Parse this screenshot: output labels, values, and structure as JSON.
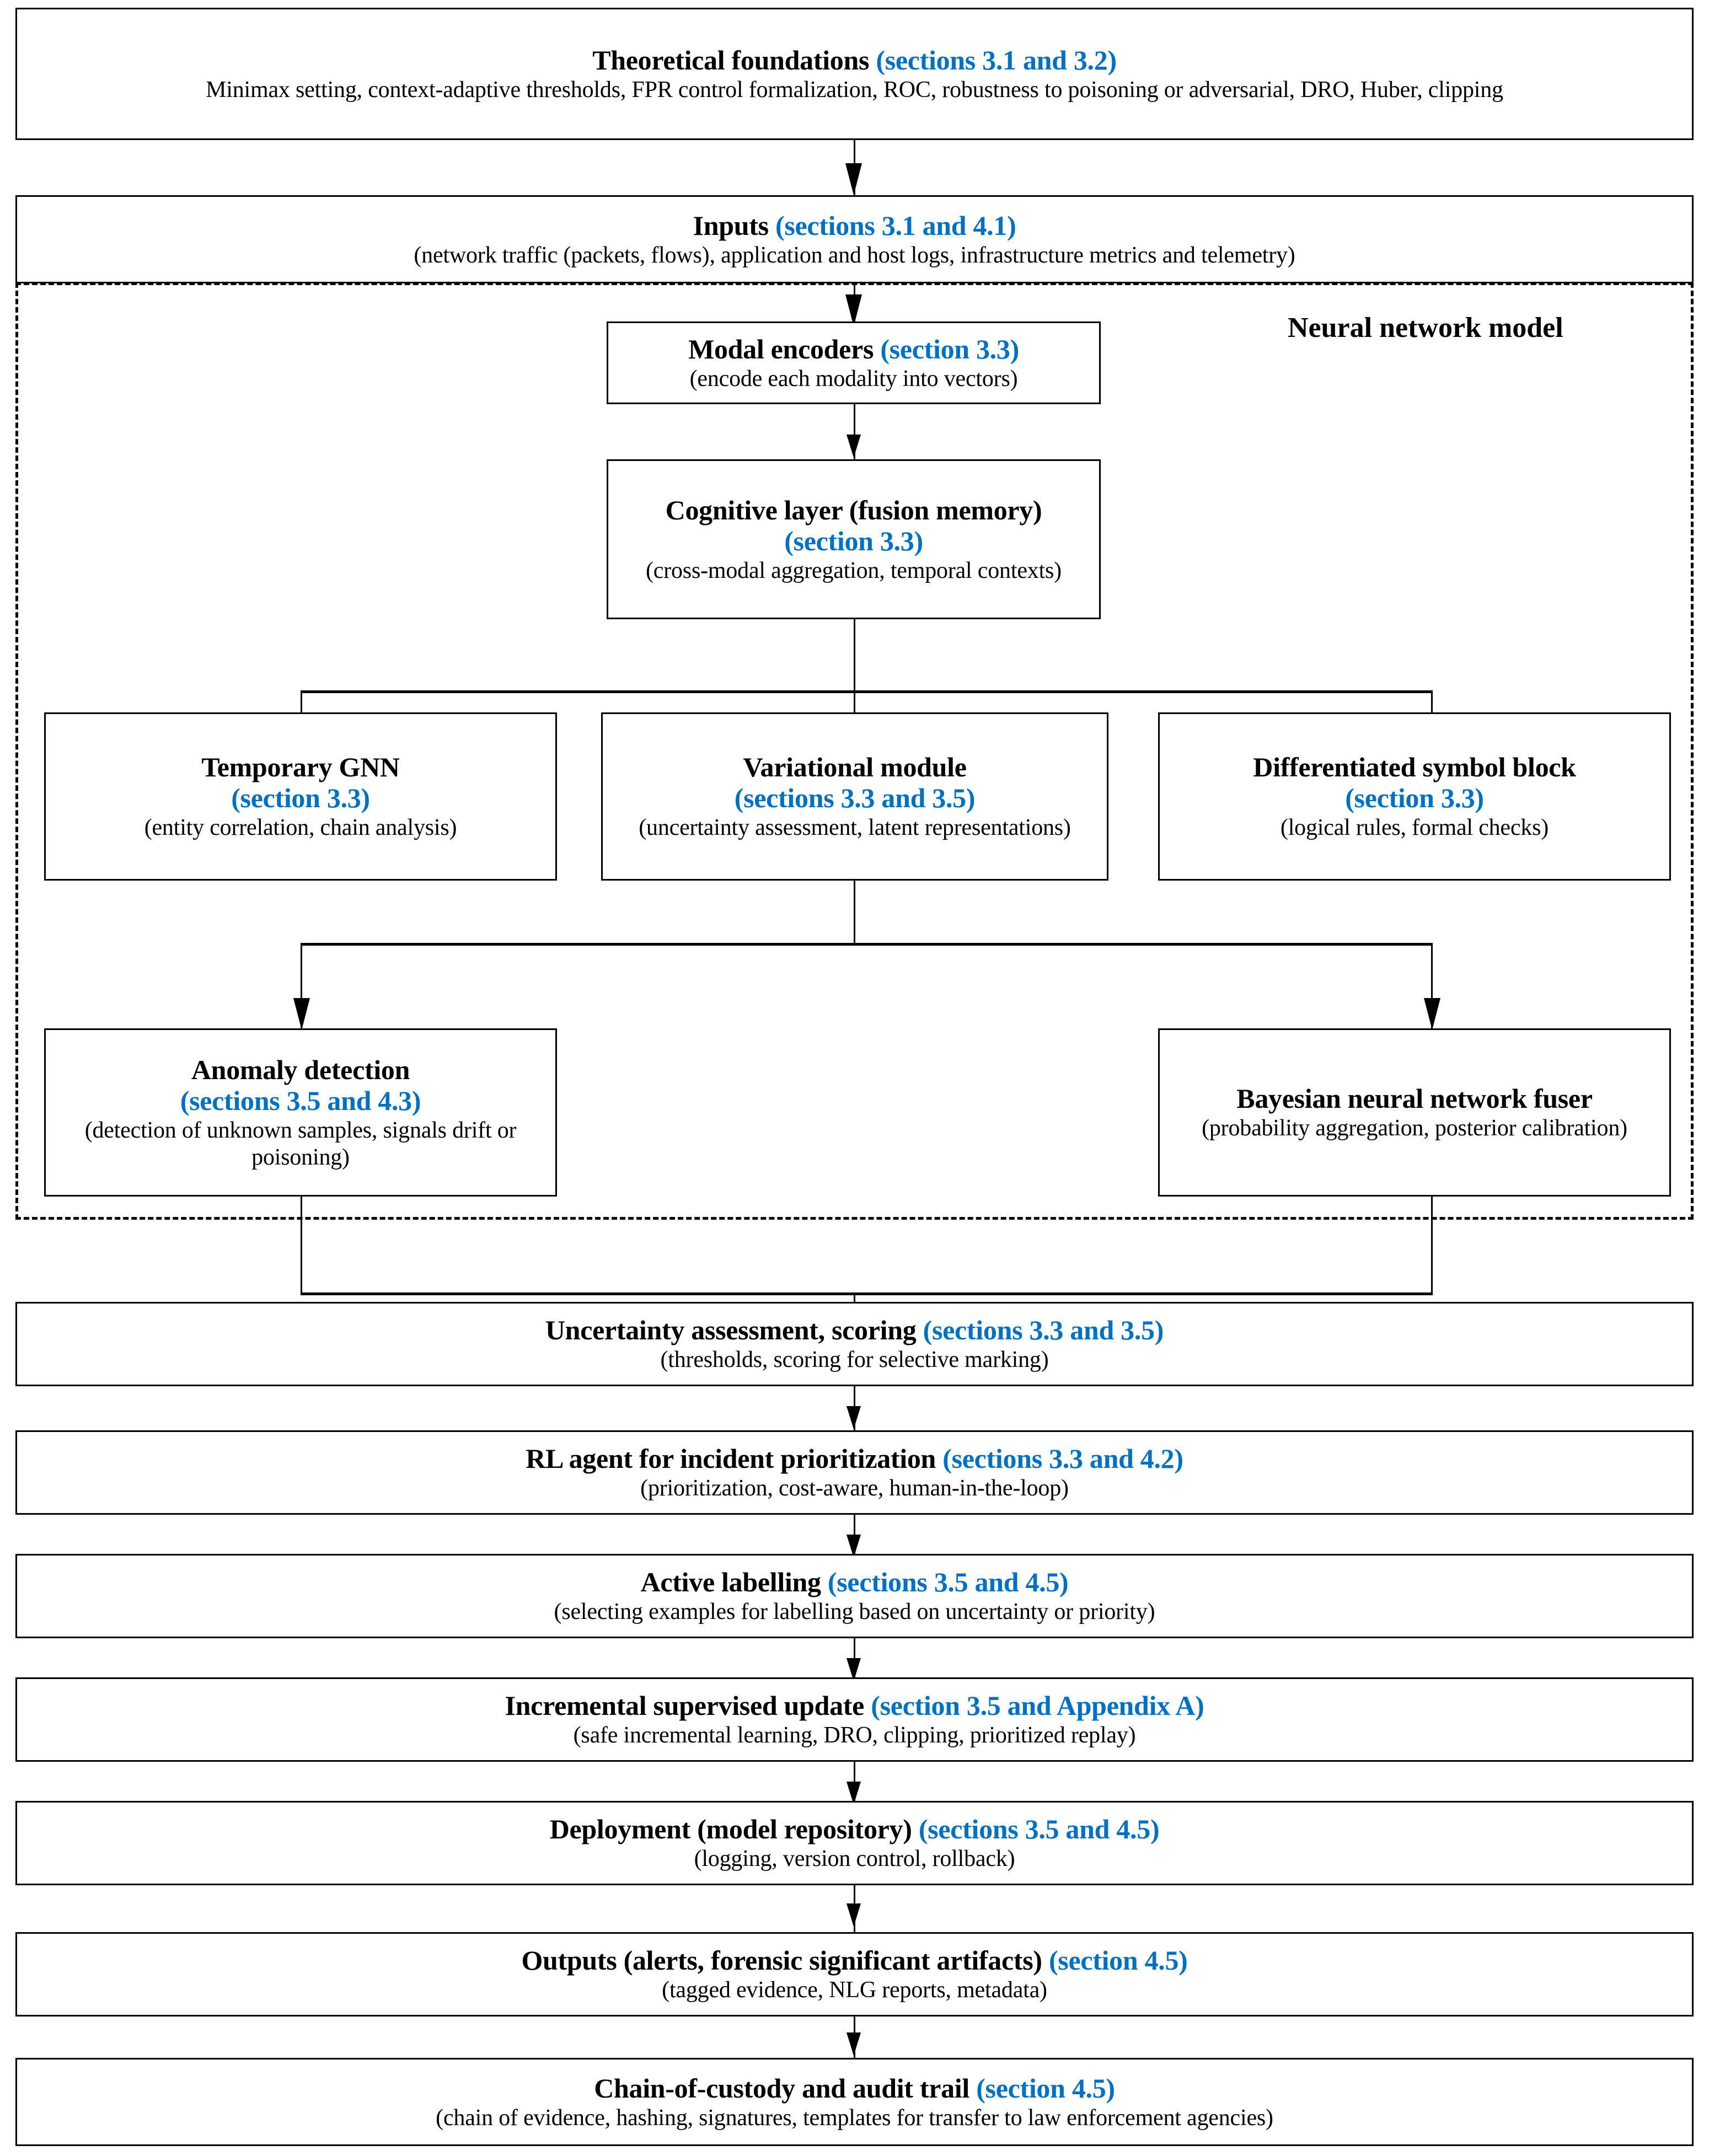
{
  "diagram": {
    "accent_color": "#0070C0",
    "line_color": "#000000",
    "background": "#ffffff",
    "container": {
      "label": "Neural network model",
      "style": "dashed"
    },
    "nodes": [
      {
        "id": "theoretical-foundations",
        "title": "Theoretical foundations",
        "section": "(sections 3.1 and 3.2)",
        "subtitle": "Minimax setting, context-adaptive thresholds, FPR control formalization, ROC, robustness to poisoning or adversarial, DRO, Huber, clipping"
      },
      {
        "id": "inputs",
        "title": "Inputs",
        "section": "(sections 3.1 and 4.1)",
        "subtitle": "(network traffic (packets, flows), application and host logs, infrastructure metrics and telemetry)"
      },
      {
        "id": "modal-encoders",
        "title": "Modal encoders",
        "section": "(section 3.3)",
        "subtitle": "(encode each modality into vectors)"
      },
      {
        "id": "cognitive-layer",
        "title": "Cognitive layer (fusion memory)",
        "section": "(section 3.3)",
        "subtitle": "(cross-modal aggregation, temporal contexts)"
      },
      {
        "id": "temporary-gnn",
        "title": "Temporary GNN",
        "section": "(section 3.3)",
        "subtitle": "(entity correlation, chain analysis)"
      },
      {
        "id": "variational-module",
        "title": "Variational module",
        "section": "(sections 3.3 and 3.5)",
        "subtitle": "(uncertainty assessment, latent representations)"
      },
      {
        "id": "differentiated-symbol-block",
        "title": "Differentiated symbol block",
        "section": "(section 3.3)",
        "subtitle": "(logical rules, formal checks)"
      },
      {
        "id": "anomaly-detection",
        "title": "Anomaly detection",
        "section": "(sections 3.5 and 4.3)",
        "subtitle": "(detection of unknown samples, signals drift or poisoning)"
      },
      {
        "id": "bayesian-fuser",
        "title": "Bayesian neural network fuser",
        "section": "",
        "subtitle": "(probability aggregation, posterior calibration)"
      },
      {
        "id": "uncertainty-assessment",
        "title": "Uncertainty assessment, scoring",
        "section": "(sections 3.3 and 3.5)",
        "subtitle": "(thresholds, scoring for selective marking)"
      },
      {
        "id": "rl-agent",
        "title": "RL agent for incident prioritization",
        "section": "(sections 3.3 and 4.2)",
        "subtitle": "(prioritization, cost-aware, human-in-the-loop)"
      },
      {
        "id": "active-labelling",
        "title": "Active labelling",
        "section": "(sections 3.5 and 4.5)",
        "subtitle": "(selecting examples for labelling based on uncertainty or priority)"
      },
      {
        "id": "incremental-update",
        "title": "Incremental supervised update",
        "section": "(section 3.5 and Appendix A)",
        "subtitle": "(safe incremental learning, DRO, clipping, prioritized replay)"
      },
      {
        "id": "deployment",
        "title": "Deployment (model repository)",
        "section": "(sections 3.5 and 4.5)",
        "subtitle": "(logging, version control, rollback)"
      },
      {
        "id": "outputs",
        "title": "Outputs (alerts, forensic significant artifacts)",
        "section": "(section 4.5)",
        "subtitle": "(tagged evidence, NLG reports, metadata)"
      },
      {
        "id": "chain-of-custody",
        "title": "Chain-of-custody and audit trail",
        "section": "(section 4.5)",
        "subtitle": "(chain of evidence, hashing, signatures, templates for transfer to law enforcement agencies)"
      }
    ]
  }
}
